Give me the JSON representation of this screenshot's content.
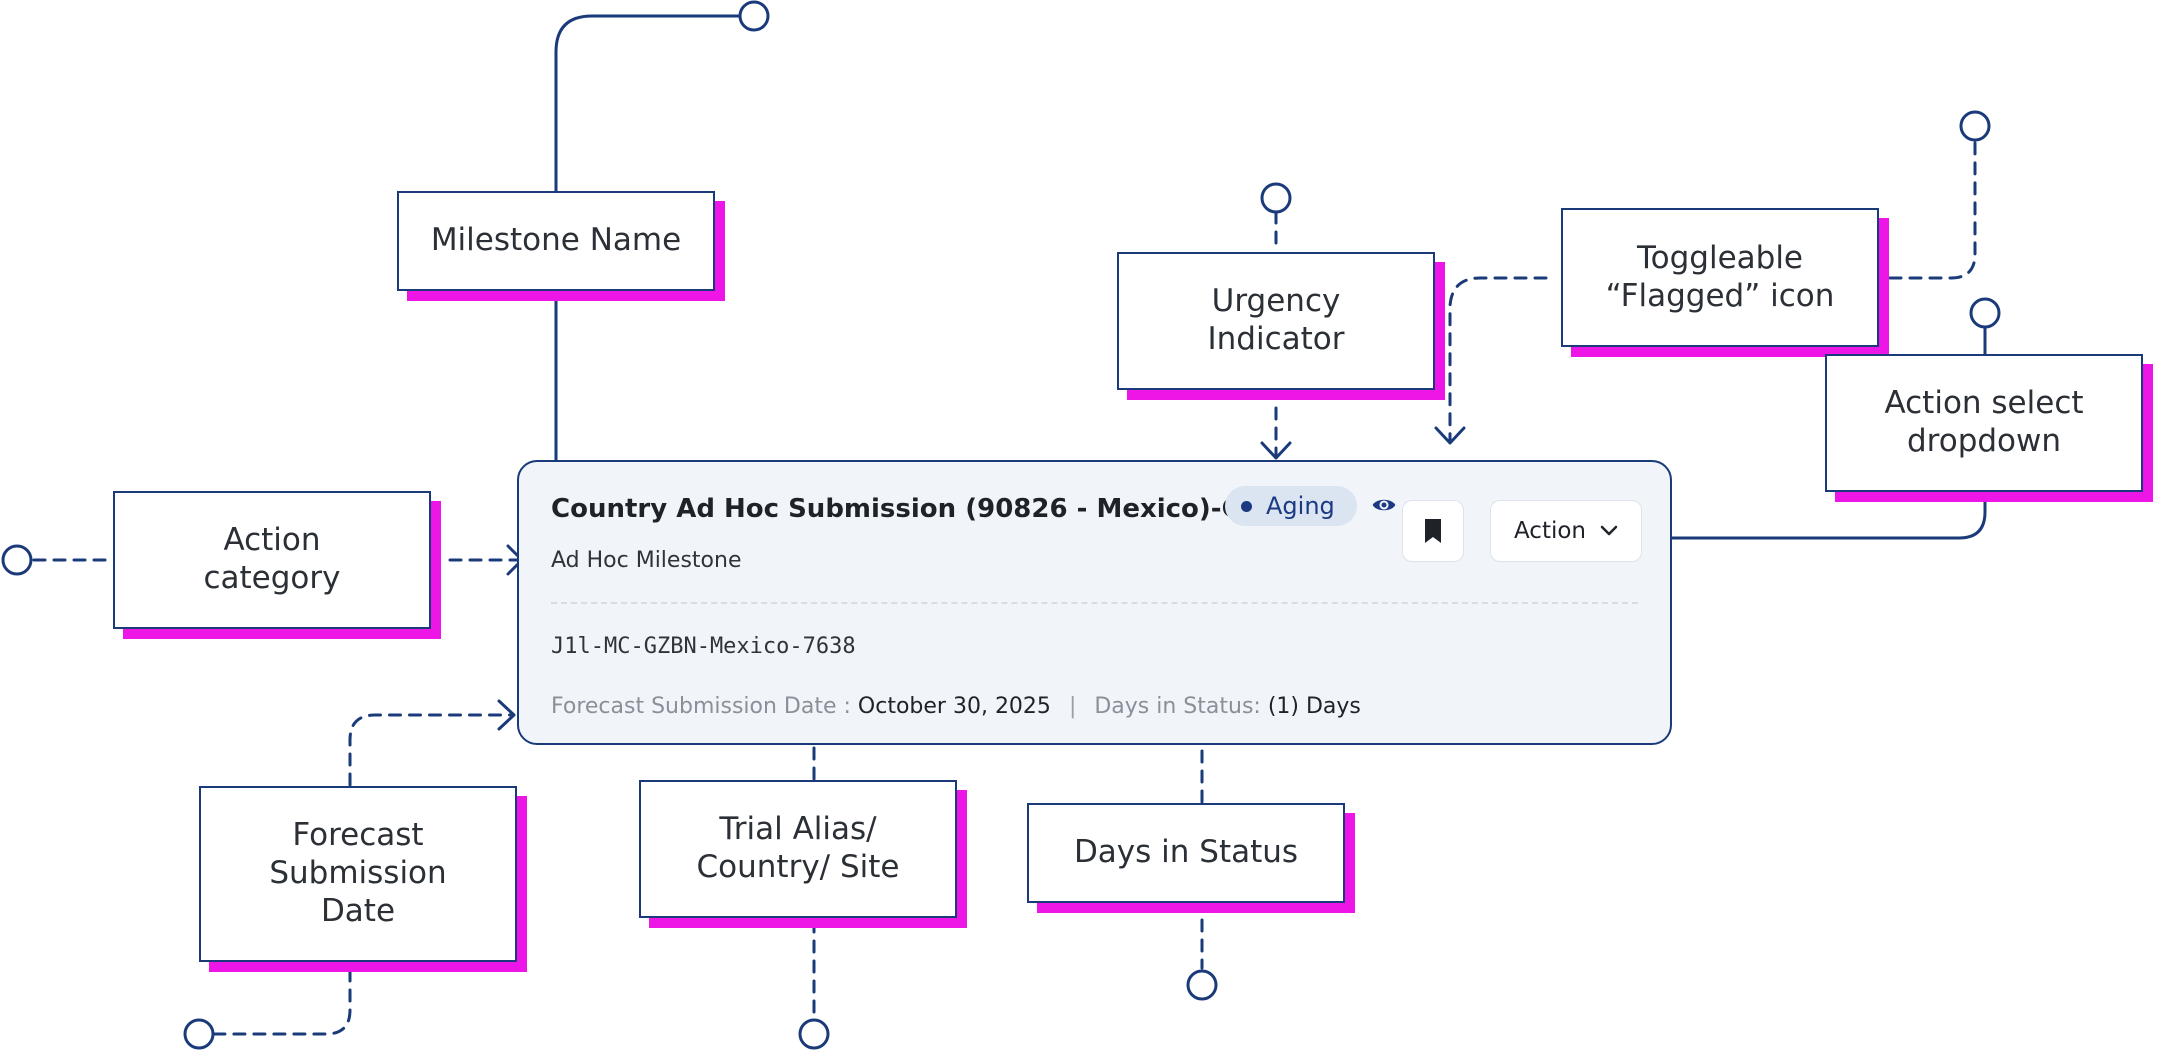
{
  "card": {
    "title": "Country Ad Hoc Submission (90826 - Mexico)-CD..",
    "badge_label": "Aging",
    "eye_icon": "eye-icon",
    "flag_icon": "bookmark-icon",
    "action_label": "Action",
    "action_icon": "chevron-down-icon",
    "subtitle": "Ad Hoc Milestone",
    "trial_alias": "J1l-MC-GZBN-Mexico-7638",
    "forecast_label": "Forecast Submission Date : ",
    "forecast_value": "October 30, 2025",
    "separator": "|",
    "days_label": "Days in Status: ",
    "days_value": "(1) Days"
  },
  "callouts": {
    "milestone_name": "Milestone Name",
    "urgency_indicator": "Urgency\nIndicator",
    "flagged_icon": "Toggleable\n“Flagged” icon",
    "action_select": "Action select\ndropdown",
    "action_category": "Action\ncategory",
    "forecast_date": "Forecast\nSubmission\nDate",
    "trial_alias": "Trial Alias/\nCountry/ Site",
    "days_in_status": "Days in Status"
  },
  "colors": {
    "line": "#1a3a7a",
    "shadow": "#ee16e6",
    "card_bg": "#f1f5f9",
    "badge_bg": "#dbe4f1"
  }
}
